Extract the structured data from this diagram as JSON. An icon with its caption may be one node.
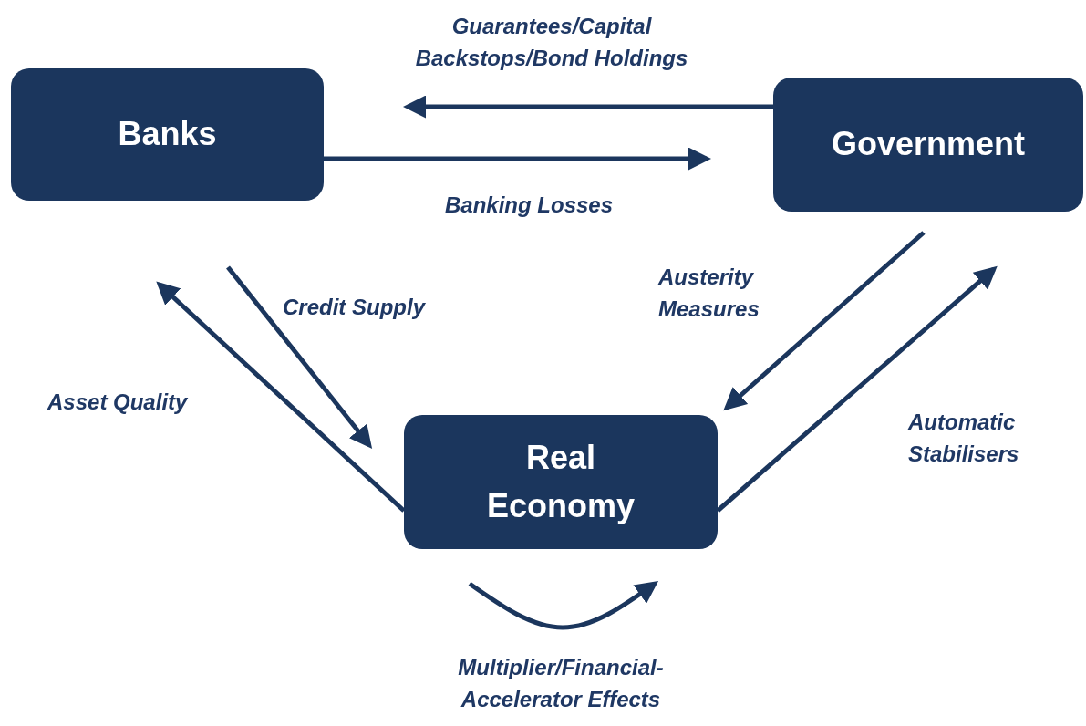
{
  "diagram": {
    "nodes": [
      {
        "text": [
          "Banks"
        ]
      },
      {
        "text": [
          "Government"
        ]
      },
      {
        "text": [
          "Real Economy"
        ]
      }
    ],
    "edges": [
      {
        "from": 1,
        "to": 0,
        "arrow": "to",
        "label": "Guarantees/Capital Backstops/Bond Holdings"
      },
      {
        "from": 0,
        "to": 1,
        "arrow": "to",
        "label": "Banking Losses"
      },
      {
        "from": 0,
        "to": 2,
        "arrow": "to",
        "label": "Credit Supply"
      },
      {
        "from": 2,
        "to": 0,
        "arrow": "to",
        "label": "Asset Quality"
      },
      {
        "from": 1,
        "to": 2,
        "arrow": "to",
        "label": "Austerity Measures"
      },
      {
        "from": 2,
        "to": 1,
        "arrow": "to",
        "label": "Automatic Stabilisers"
      },
      {
        "from": 2,
        "to": 2,
        "arrow": "to",
        "label": "Multiplier/Financial-Accelerator Effects"
      }
    ]
  }
}
